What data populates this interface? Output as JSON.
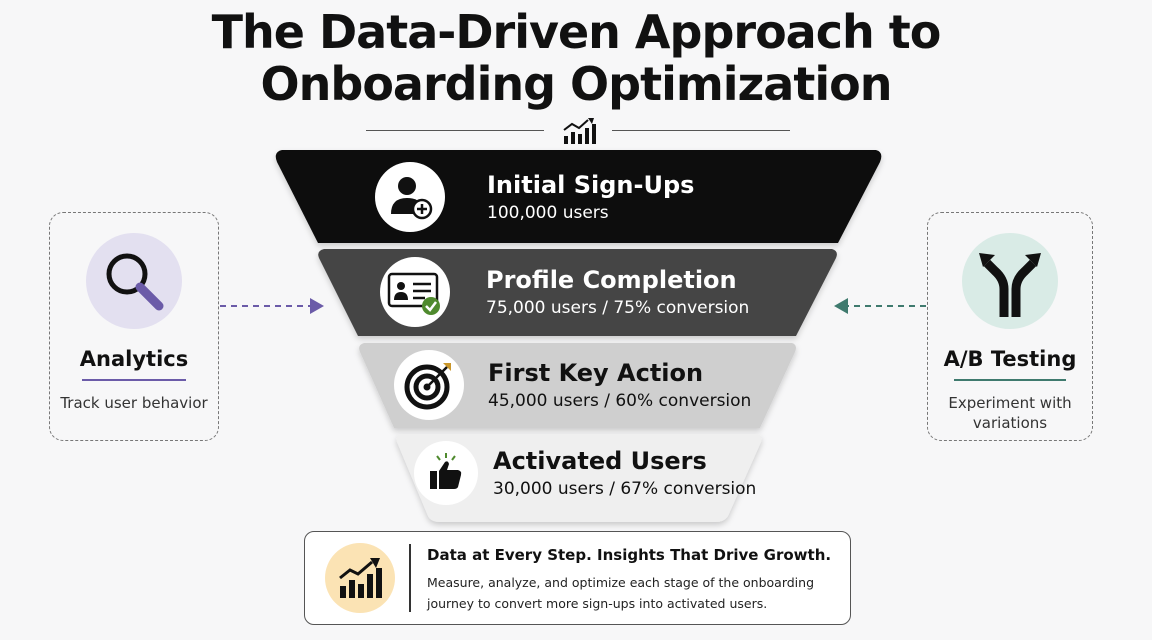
{
  "title_line1": "The Data-Driven Approach to",
  "title_line2": "Onboarding Optimization",
  "funnel": [
    {
      "title": "Initial Sign-Ups",
      "subtitle": "100,000 users",
      "icon": "user-add-icon",
      "band_color": "#111111",
      "text_color": "#ffffff"
    },
    {
      "title": "Profile Completion",
      "subtitle": "75,000 users / 75% conversion",
      "icon": "profile-card-check-icon",
      "band_color": "#454545",
      "text_color": "#ffffff"
    },
    {
      "title": "First Key Action",
      "subtitle": "45,000 users / 60% conversion",
      "icon": "target-arrow-icon",
      "band_color": "#cfcfcf",
      "text_color": "#111111"
    },
    {
      "title": "Activated Users",
      "subtitle": "30,000 users / 67% conversion",
      "icon": "thumbs-up-icon",
      "band_color": "#efefef",
      "text_color": "#111111"
    }
  ],
  "left_card": {
    "title": "Analytics",
    "description": "Track user behavior",
    "icon": "magnifier-icon",
    "accent": "#6b5ba8",
    "circle_color": "#e3e0f0"
  },
  "right_card": {
    "title": "A/B Testing",
    "description": "Experiment with variations",
    "icon": "split-path-icon",
    "accent": "#3f7a6e",
    "circle_color": "#d9ebe6"
  },
  "bottom": {
    "heading": "Data at Every Step. Insights That Drive Growth.",
    "body": "Measure, analyze, and optimize each stage of the onboarding journey to convert more sign-ups into activated users.",
    "icon": "growth-chart-icon"
  }
}
